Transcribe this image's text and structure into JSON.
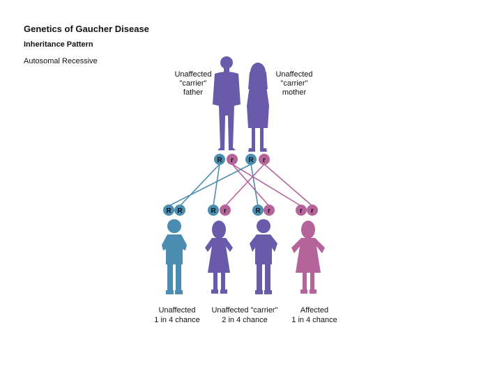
{
  "header": {
    "title": "Genetics of Gaucher Disease",
    "subtitle": "Inheritance Pattern",
    "pattern": "Autosomal Recessive"
  },
  "parents": {
    "father_label": [
      "Unaffected",
      "\"carrier\"",
      "father"
    ],
    "mother_label": [
      "Unaffected",
      "\"carrier\"",
      "mother"
    ],
    "father_alleles": [
      "R",
      "r"
    ],
    "mother_alleles": [
      "R",
      "r"
    ]
  },
  "children": [
    {
      "alleles": [
        "R",
        "R"
      ],
      "status": "unaffected"
    },
    {
      "alleles": [
        "R",
        "r"
      ],
      "status": "carrier"
    },
    {
      "alleles": [
        "R",
        "r"
      ],
      "status": "carrier"
    },
    {
      "alleles": [
        "r",
        "r"
      ],
      "status": "affected"
    }
  ],
  "outcomes": [
    {
      "label": "Unaffected",
      "chance": "1 in 4 chance"
    },
    {
      "label": "Unaffected \"carrier\"",
      "chance": "2 in 4 chance"
    },
    {
      "label": "Affected",
      "chance": "1 in 4 chance"
    }
  ],
  "colors": {
    "dominant": "#4a8db0",
    "recessive": "#b4649a",
    "carrier_figure": "#6a5aaa",
    "unaffected_figure": "#4a8db0",
    "affected_figure": "#b4649a",
    "parent_figure": "#6a5aaa"
  }
}
